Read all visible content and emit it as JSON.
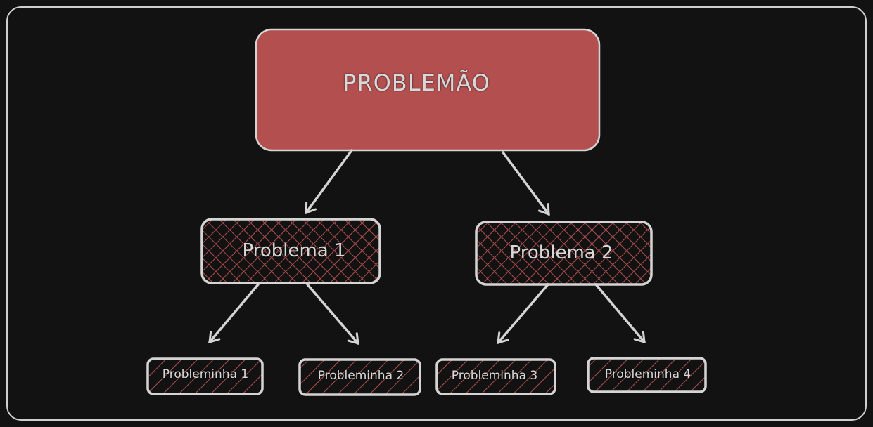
{
  "colors": {
    "background": "#121212",
    "stroke": "#d4d4d4",
    "accent": "#b34f4f"
  },
  "root": {
    "label": "PROBLEMÃO"
  },
  "problems": [
    {
      "label": "Problema 1"
    },
    {
      "label": "Problema 2"
    }
  ],
  "subproblems": [
    {
      "label": "Probleminha 1"
    },
    {
      "label": "Probleminha 2"
    },
    {
      "label": "Probleminha 3"
    },
    {
      "label": "Probleminha 4"
    }
  ]
}
